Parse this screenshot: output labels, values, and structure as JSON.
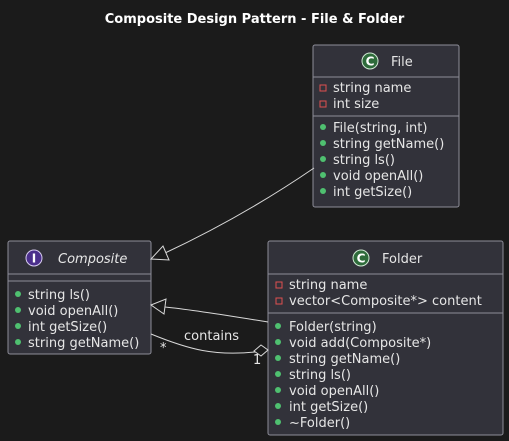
{
  "title": "Composite Design Pattern - File & Folder",
  "classes": {
    "file": {
      "stereotype_letter": "C",
      "name": "File",
      "fields": [
        {
          "vis": "private",
          "text": "string name"
        },
        {
          "vis": "private",
          "text": "int size"
        }
      ],
      "methods": [
        {
          "vis": "public",
          "text": "File(string, int)"
        },
        {
          "vis": "public",
          "text": "string getName()"
        },
        {
          "vis": "public",
          "text": "string ls()"
        },
        {
          "vis": "public",
          "text": "void openAll()"
        },
        {
          "vis": "public",
          "text": "int getSize()"
        }
      ]
    },
    "composite": {
      "stereotype_letter": "I",
      "name": "Composite",
      "fields": [],
      "methods": [
        {
          "vis": "public",
          "text": "string ls()"
        },
        {
          "vis": "public",
          "text": "void openAll()"
        },
        {
          "vis": "public",
          "text": "int getSize()"
        },
        {
          "vis": "public",
          "text": "string getName()"
        }
      ]
    },
    "folder": {
      "stereotype_letter": "C",
      "name": "Folder",
      "fields": [
        {
          "vis": "private",
          "text": "string name"
        },
        {
          "vis": "private",
          "text": "vector<Composite*> content"
        }
      ],
      "methods": [
        {
          "vis": "public",
          "text": "Folder(string)"
        },
        {
          "vis": "public",
          "text": "void add(Composite*)"
        },
        {
          "vis": "public",
          "text": "string getName()"
        },
        {
          "vis": "public",
          "text": "string ls()"
        },
        {
          "vis": "public",
          "text": "void openAll()"
        },
        {
          "vis": "public",
          "text": "int getSize()"
        },
        {
          "vis": "public",
          "text": "~Folder()"
        }
      ]
    }
  },
  "relations": {
    "aggregation": {
      "label": "contains",
      "source_multiplicity": "*",
      "target_multiplicity": "1"
    }
  },
  "colors": {
    "background": "#1b1b1b",
    "box_fill": "#32323a",
    "class_badge": "#2e6b3a",
    "interface_badge": "#4b2f8c",
    "private_marker": "#e05050",
    "public_marker": "#4fc070"
  }
}
